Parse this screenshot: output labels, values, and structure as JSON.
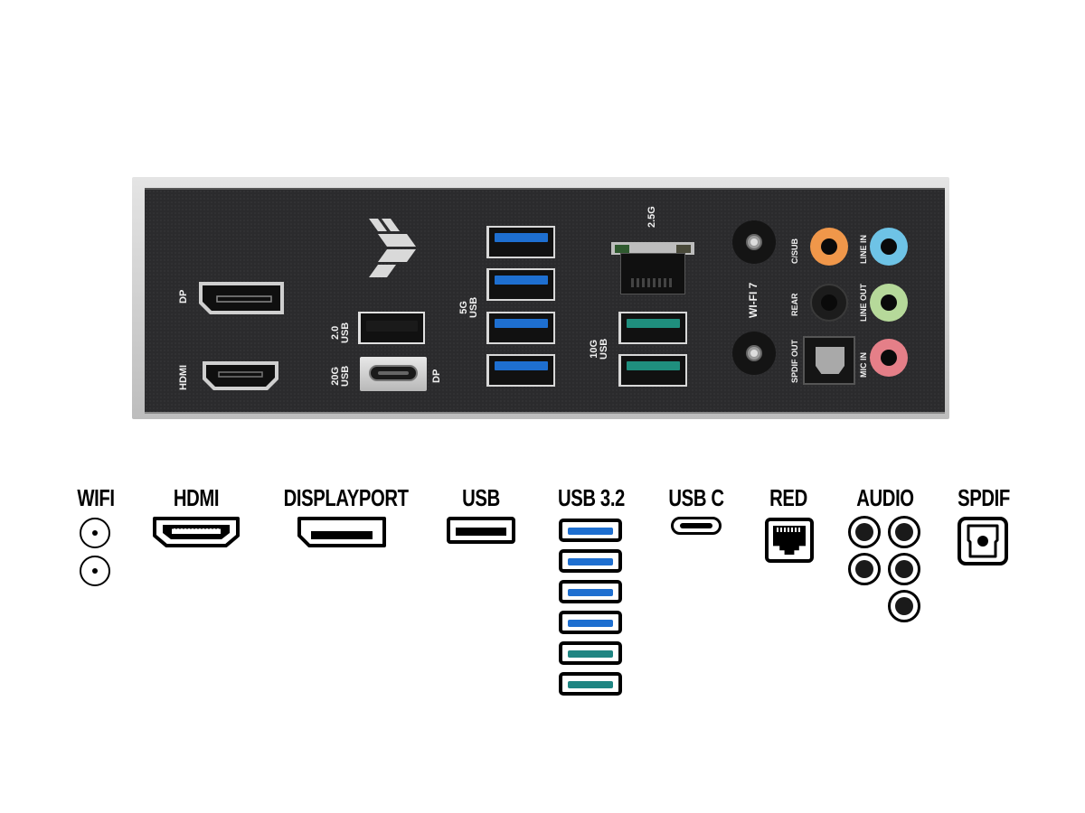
{
  "shield": {
    "labels": {
      "dp": "DP",
      "hdmi": "HDMI",
      "usb20_top": "2.0",
      "usb20_bottom": "USB",
      "usb20g_top": "20G",
      "usb20g_bottom": "USB",
      "usbc_dp": "DP",
      "usb5g_top": "5G",
      "usb5g_bottom": "USB",
      "lan": "2.5G",
      "usb10g_top": "10G",
      "usb10g_bottom": "USB",
      "wifi": "WI-FI 7",
      "csub": "C/SUB",
      "rear": "REAR",
      "spdif_out": "SPDIF OUT",
      "line_in": "LINE IN",
      "line_out": "LINE OUT",
      "mic_in": "MIC IN"
    },
    "colors": {
      "plate": "#2b2b2d",
      "usb5g_tongue": "#1e6fd0",
      "usb10g_tongue": "#1f8f7e",
      "csub": "#f0974a",
      "line_in": "#6ec3e6",
      "line_out": "#b6d99a",
      "mic_in": "#e57f88",
      "rear": "#1c1c1c"
    }
  },
  "legend": {
    "items": [
      {
        "label": "WIFI",
        "icon": "antenna-connector-icon",
        "count": 2
      },
      {
        "label": "HDMI",
        "icon": "hdmi-port-icon",
        "count": 1
      },
      {
        "label": "DISPLAYPORT",
        "icon": "displayport-icon",
        "count": 1
      },
      {
        "label": "USB",
        "icon": "usb-a-port-icon",
        "count": 1
      },
      {
        "label": "USB 3.2",
        "icon": "usb-3-2-port-icon",
        "count": 6
      },
      {
        "label": "USB C",
        "icon": "usb-c-port-icon",
        "count": 1
      },
      {
        "label": "RED",
        "icon": "ethernet-rj45-icon",
        "count": 1
      },
      {
        "label": "AUDIO",
        "icon": "audio-jack-icon",
        "count": 5
      },
      {
        "label": "SPDIF",
        "icon": "optical-spdif-icon",
        "count": 1
      }
    ],
    "usb32_colors": [
      "#1e6fd0",
      "#1e6fd0",
      "#1e6fd0",
      "#1e6fd0",
      "#1f8582",
      "#1f8582"
    ]
  }
}
